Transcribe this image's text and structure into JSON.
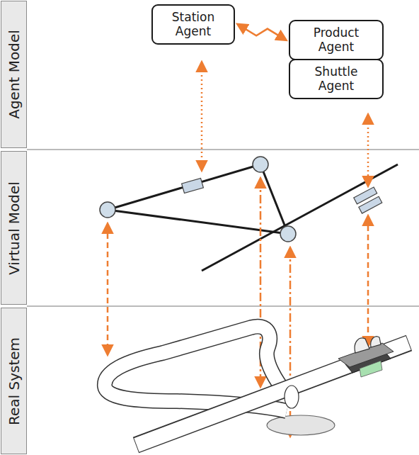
{
  "diagram": {
    "nodes": [
      {
        "text": [
          "Agent Model"
        ]
      },
      {
        "text": [
          "Station Agent"
        ]
      },
      {
        "text": [
          "Product Agent"
        ]
      },
      {
        "text": [
          "Shuttle Agent"
        ]
      },
      {
        "text": [
          "Virtual Model"
        ]
      },
      {
        "text": [
          "Real System"
        ]
      }
    ],
    "edges": [
      {
        "from": 1,
        "to": 2,
        "arrow": "both"
      }
    ]
  }
}
